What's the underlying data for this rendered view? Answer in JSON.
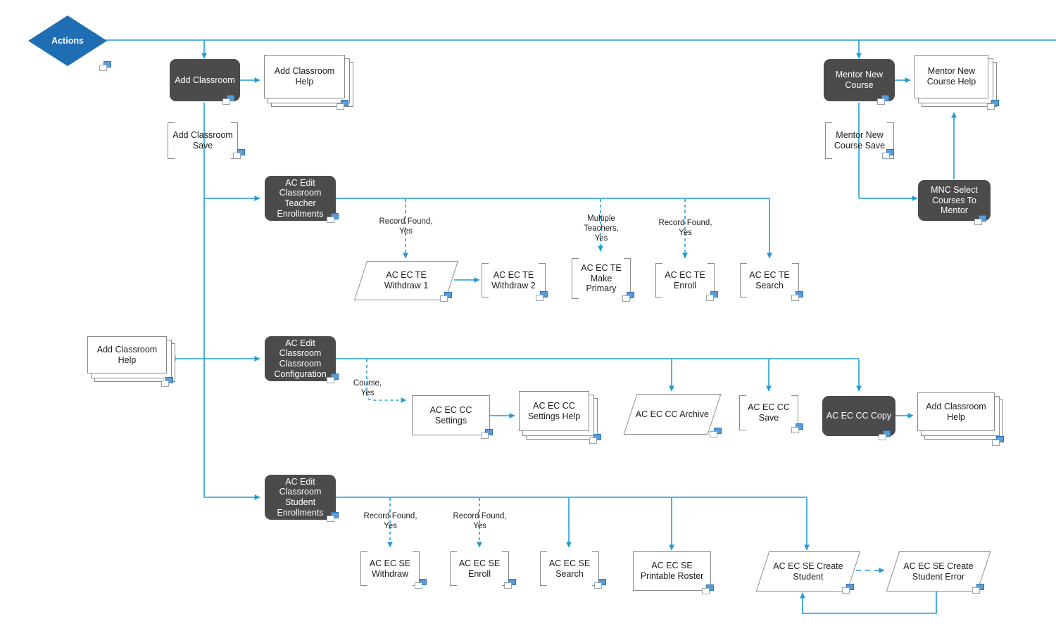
{
  "diagram": {
    "title": "Actions",
    "accent_blue": "#1f9cd6",
    "diamond_blue": "#1f6eb4",
    "dark_node": "#4b4b4b",
    "node_border": "#8a8a8a"
  },
  "start": {
    "label": "Actions"
  },
  "nodes": {
    "add_classroom": {
      "label": "Add Classroom"
    },
    "add_classroom_help_top": {
      "label": "Add Classroom\nHelp"
    },
    "add_classroom_save": {
      "label": "Add Classroom\nSave"
    },
    "mentor_new_course": {
      "label": "Mentor New\nCourse"
    },
    "mentor_new_course_help": {
      "label": "Mentor New\nCourse Help"
    },
    "mentor_new_course_save": {
      "label": "Mentor New\nCourse Save"
    },
    "mnc_select_courses": {
      "label": "MNC Select\nCourses To\nMentor"
    },
    "ac_edit_te": {
      "label": "AC Edit\nClassroom\nTeacher\nEnrollments"
    },
    "ac_ec_te_withdraw1": {
      "label": "AC EC TE\nWithdraw 1"
    },
    "ac_ec_te_withdraw2": {
      "label": "AC EC TE\nWithdraw 2"
    },
    "ac_ec_te_make_primary": {
      "label": "AC EC TE\nMake\nPrimary"
    },
    "ac_ec_te_enroll": {
      "label": "AC EC TE\nEnroll"
    },
    "ac_ec_te_search": {
      "label": "AC EC TE\nSearch"
    },
    "add_classroom_help_left": {
      "label": "Add Classroom\nHelp"
    },
    "ac_edit_cc": {
      "label": "AC Edit\nClassroom\nClassroom\nConfiguration"
    },
    "ac_ec_cc_settings": {
      "label": "AC EC CC\nSettings"
    },
    "ac_ec_cc_settings_help": {
      "label": "AC EC CC\nSettings Help"
    },
    "ac_ec_cc_archive": {
      "label": "AC EC CC  Archive"
    },
    "ac_ec_cc_save": {
      "label": "AC EC CC\nSave"
    },
    "ac_ec_cc_copy": {
      "label": "AC EC CC Copy"
    },
    "add_classroom_help_right": {
      "label": "Add Classroom\nHelp"
    },
    "ac_edit_se": {
      "label": "AC Edit\nClassroom\nStudent\nEnrollments"
    },
    "ac_ec_se_withdraw": {
      "label": "AC EC SE\nWithdraw"
    },
    "ac_ec_se_enroll": {
      "label": "AC EC SE\nEnroll"
    },
    "ac_ec_se_search": {
      "label": "AC EC SE\nSearch"
    },
    "ac_ec_se_printable": {
      "label": "AC EC SE\nPrintable Roster"
    },
    "ac_ec_se_create_student": {
      "label": "AC EC SE Create\nStudent"
    },
    "ac_ec_se_create_err": {
      "label": "AC EC SE Create\nStudent Error"
    }
  },
  "connector_labels": {
    "te_record_found_1": "Record Found,\nYes",
    "te_multiple_teach": "Multiple\nTeachers,\nYes",
    "te_record_found_2": "Record Found,\nYes",
    "cc_course_yes": "Course,\nYes",
    "se_record_found_1": "Record Found,\nYes",
    "se_record_found_2": "Record Found,\nYes"
  }
}
